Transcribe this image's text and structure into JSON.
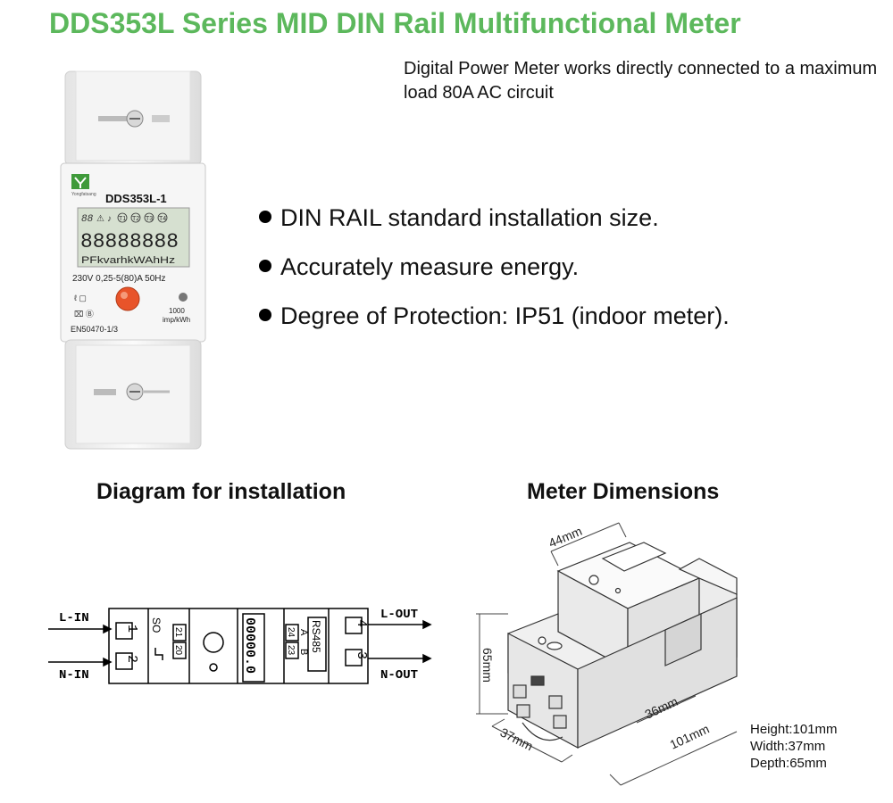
{
  "title": "DDS353L Series MID DIN Rail Multifunctional Meter",
  "intro": "Digital Power Meter works directly connected to a maximum load 80A AC circuit",
  "features": [
    "DIN RAIL standard installation size.",
    "Accurately measure energy.",
    "Degree of Protection: IP51 (indoor meter)."
  ],
  "meter": {
    "model": "DDS353L-1",
    "lcd_digits": "88888888",
    "lcd_units": "PFkvarhkWAhHz",
    "lcd_top": "88",
    "tariffs": [
      "T1",
      "T2",
      "T3",
      "T4"
    ],
    "rating": "230V 0,25-5(80)A 50Hz",
    "impulse_value": "1000",
    "impulse_unit": "imp/kWh",
    "standard": "EN50470-1/3",
    "logo_text": "Yongfatsang"
  },
  "installation": {
    "title": "Diagram for installation",
    "l_in": "L-IN",
    "n_in": "N-IN",
    "l_out": "L-OUT",
    "n_out": "N-OUT",
    "terminals": [
      "1",
      "2",
      "4",
      "3"
    ],
    "so_label": "SO",
    "so_pins": [
      "21",
      "20"
    ],
    "rs485_label": "RS485",
    "rs485_pins": [
      "24",
      "23"
    ],
    "rs485_ab": [
      "B",
      "A"
    ],
    "counter": "00000.0"
  },
  "dimensions": {
    "title": "Meter Dimensions",
    "width_top": "44mm",
    "depth": "65mm",
    "width": "37mm",
    "length": "101mm",
    "inner": "36mm",
    "specs": [
      "Height:101mm",
      "Width:37mm",
      "Depth:65mm"
    ]
  },
  "colors": {
    "title": "#5cb85c",
    "button": "#e8542a",
    "lcd": "#d6e0d0"
  }
}
